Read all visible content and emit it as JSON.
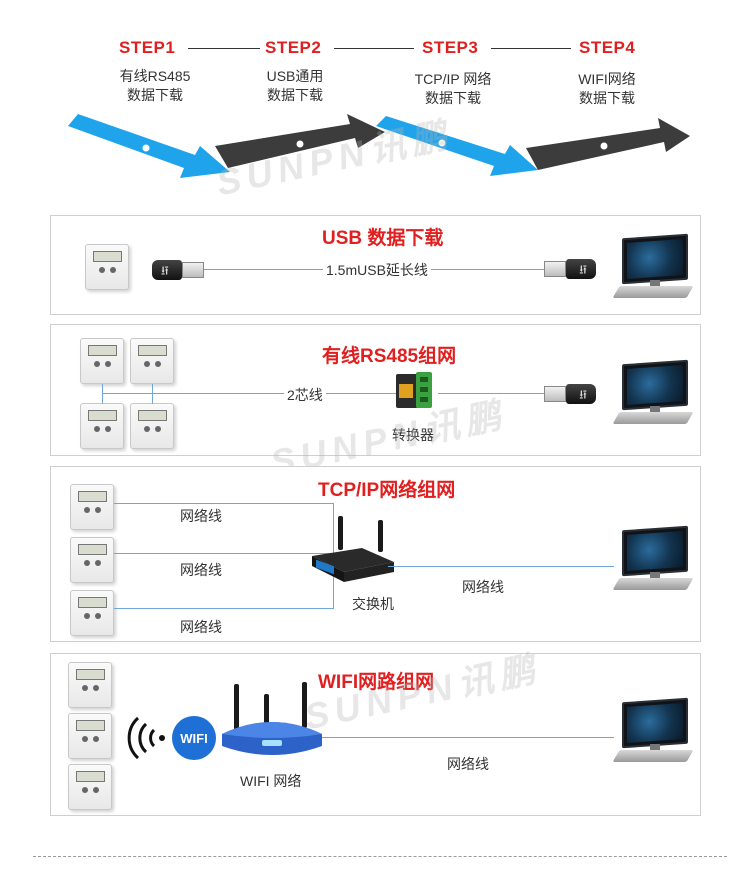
{
  "steps": [
    {
      "title": "STEP1",
      "line1": "有线RS485",
      "line2": "数据下载"
    },
    {
      "title": "STEP2",
      "line1": "USB通用",
      "line2": "数据下载"
    },
    {
      "title": "STEP3",
      "line1": "TCP/IP 网络",
      "line2": "数据下载"
    },
    {
      "title": "STEP4",
      "line1": "WIFI网络",
      "line2": "数据下载"
    }
  ],
  "colors": {
    "accent_red": "#e02020",
    "arrow_blue": "#1fa4ec",
    "arrow_dark": "#3c3c3c",
    "line_blue": "#6fa8d8",
    "wifi_blue": "#1e6fd6"
  },
  "watermark": "SUNPN讯鹏",
  "panels": {
    "usb": {
      "title": "USB 数据下载",
      "cable_label": "1.5mUSB延长线"
    },
    "rs485": {
      "title": "有线RS485组网",
      "wire_label": "2芯线",
      "converter_label": "转换器"
    },
    "tcp": {
      "title": "TCP/IP网络组网",
      "cable1": "网络线",
      "cable2": "网络线",
      "cable3": "网络线",
      "switch_label": "交换机",
      "uplink_label": "网络线"
    },
    "wifi": {
      "title": "WIFI网路组网",
      "badge": "WIFI",
      "router_label": "WIFI 网络",
      "uplink_label": "网络线"
    }
  },
  "icons": [
    "temperature-recorder-icon",
    "usb-plug-icon",
    "monitor-icon",
    "converter-icon",
    "router-icon",
    "wifi-signal-icon"
  ]
}
